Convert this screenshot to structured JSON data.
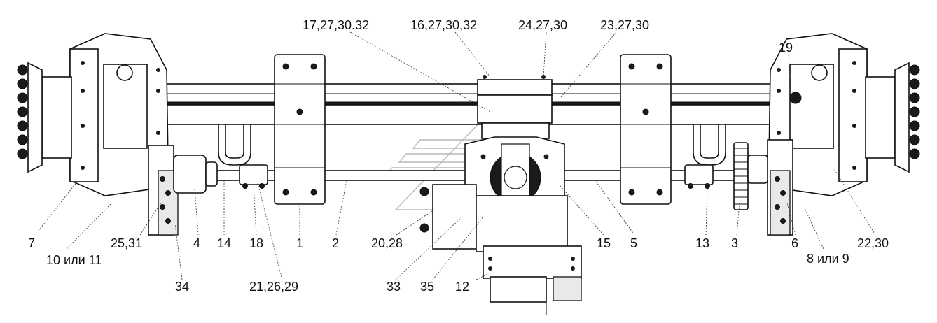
{
  "callouts": [
    {
      "id": "c-17-27-30-32",
      "text": "17,27,30.32"
    },
    {
      "id": "c-16-27-30-32",
      "text": "16,27,30,32"
    },
    {
      "id": "c-24-27-30",
      "text": "24,27,30"
    },
    {
      "id": "c-23-27-30",
      "text": "23,27,30"
    },
    {
      "id": "c-19",
      "text": "19"
    },
    {
      "id": "c-7",
      "text": "7"
    },
    {
      "id": "c-10-11",
      "text": "10 или 11"
    },
    {
      "id": "c-25-31",
      "text": "25,31"
    },
    {
      "id": "c-4",
      "text": "4"
    },
    {
      "id": "c-14",
      "text": "14"
    },
    {
      "id": "c-18",
      "text": "18"
    },
    {
      "id": "c-1",
      "text": "1"
    },
    {
      "id": "c-2",
      "text": "2"
    },
    {
      "id": "c-20-28",
      "text": "20,28"
    },
    {
      "id": "c-15",
      "text": "15"
    },
    {
      "id": "c-5",
      "text": "5"
    },
    {
      "id": "c-13",
      "text": "13"
    },
    {
      "id": "c-3",
      "text": "3"
    },
    {
      "id": "c-6",
      "text": "6"
    },
    {
      "id": "c-22-30",
      "text": "22,30"
    },
    {
      "id": "c-8-9",
      "text": "8 или 9"
    },
    {
      "id": "c-34",
      "text": "34"
    },
    {
      "id": "c-21-26-29",
      "text": "21,26,29"
    },
    {
      "id": "c-33",
      "text": "33"
    },
    {
      "id": "c-35",
      "text": "35"
    },
    {
      "id": "c-12",
      "text": "12"
    }
  ]
}
